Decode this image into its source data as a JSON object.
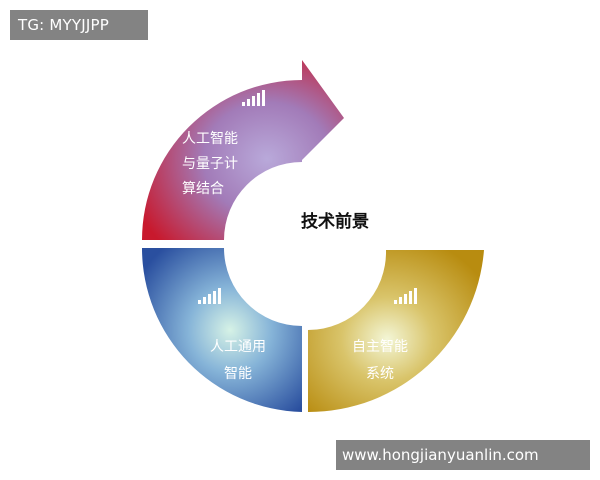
{
  "watermarks": {
    "top_left": "TG: MYYJJPP",
    "bottom_right": "www.hongjianyuanlin.com"
  },
  "diagram": {
    "center_label": "技术前景",
    "segments": [
      {
        "name": "top-left-arrow",
        "lines": [
          "人工智能",
          "与量子计",
          "算结合"
        ],
        "color_main": "#c8192d",
        "color_glow": "#b7a8d8"
      },
      {
        "name": "bottom-left",
        "lines": [
          "人工通用",
          "智能"
        ],
        "color_main": "#2f55a6",
        "color_glow": "#bfe7dc"
      },
      {
        "name": "bottom-right",
        "lines": [
          "自主智能",
          "系统"
        ],
        "color_main": "#c79a12",
        "color_glow": "#e9f0c8"
      }
    ],
    "icon": "signal-bars-icon"
  }
}
